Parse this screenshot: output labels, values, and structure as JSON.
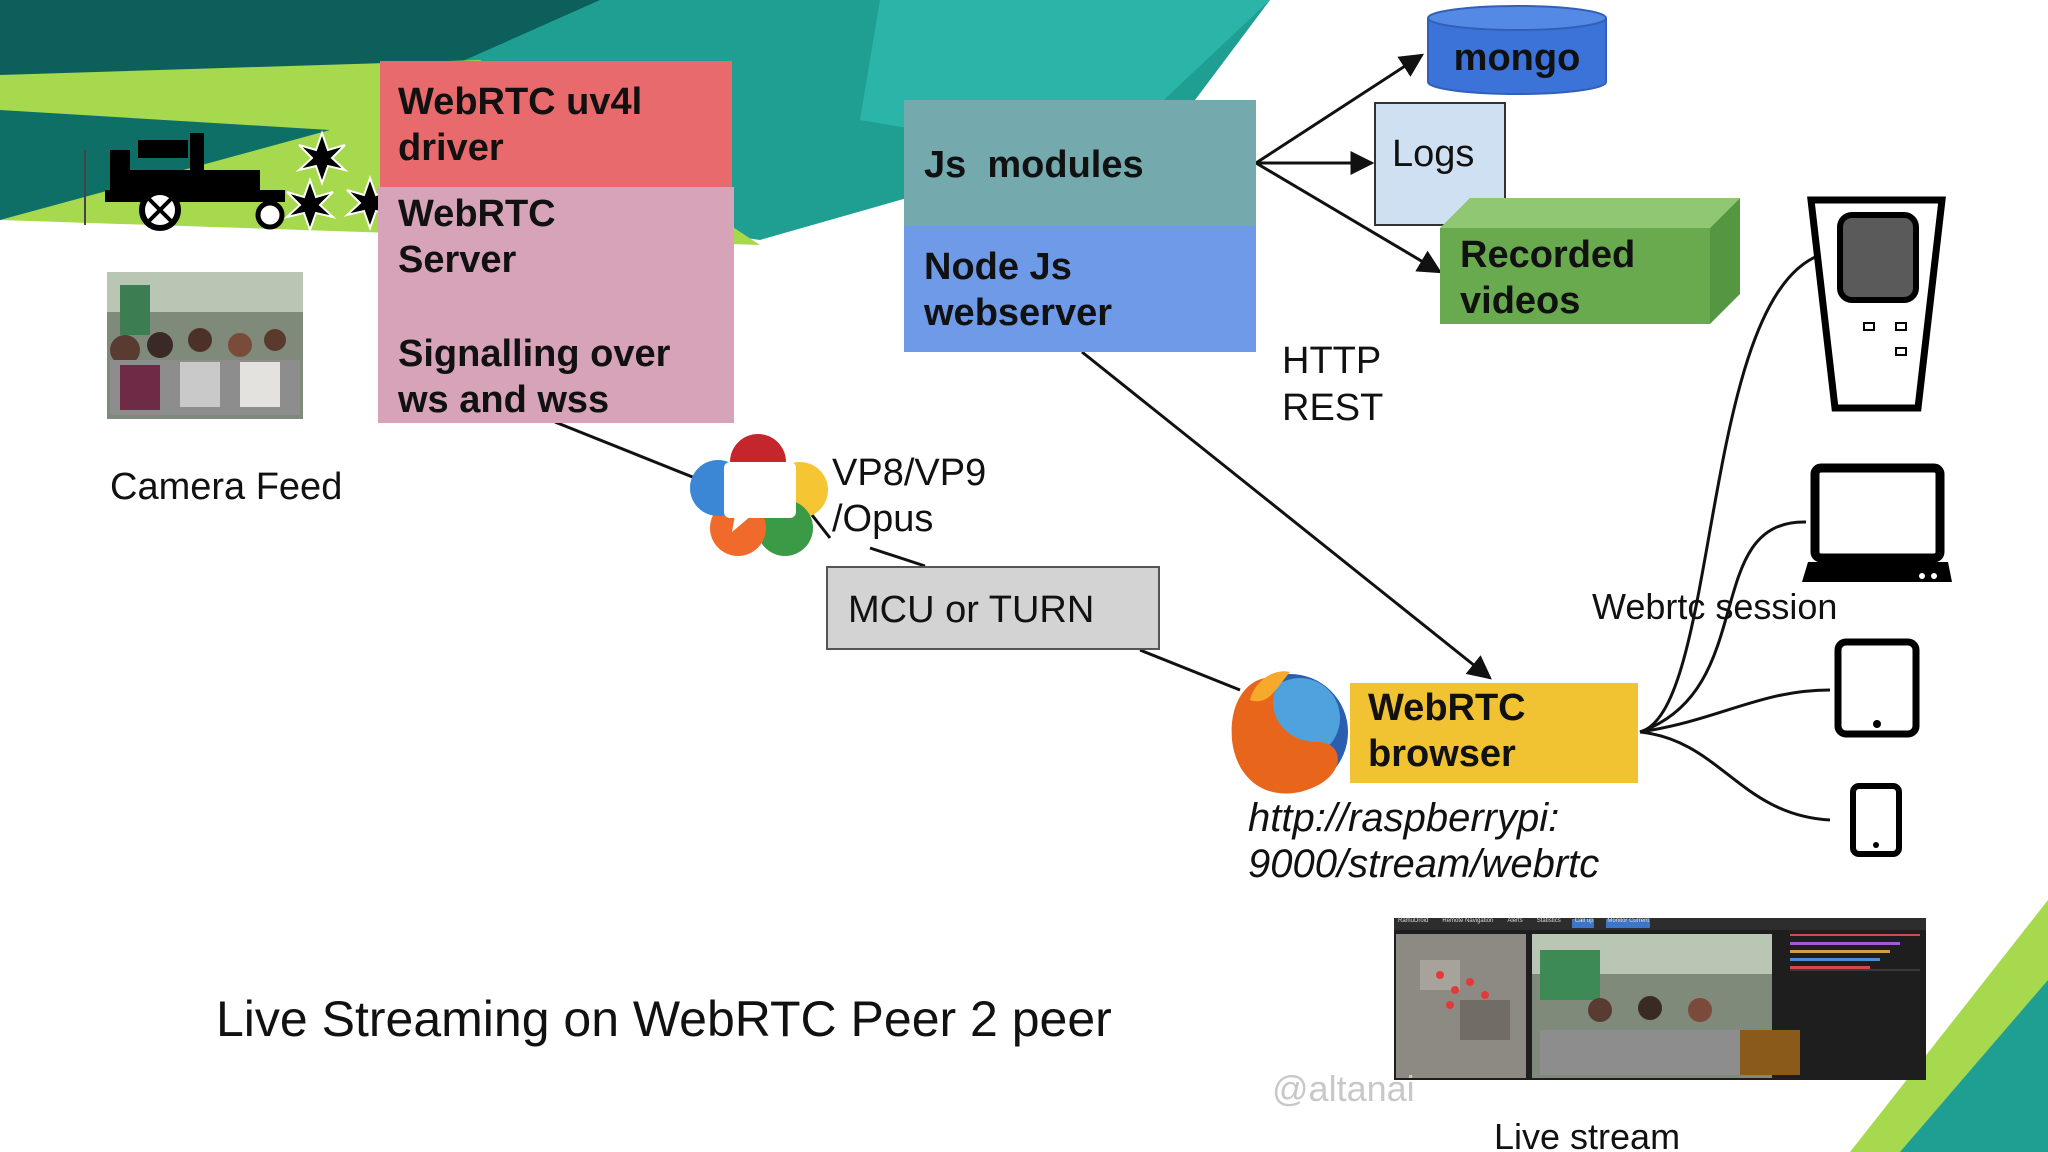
{
  "boxes": {
    "uv4l_driver": "WebRTC uv4l\ndriver",
    "webrtc_server": "WebRTC\nServer",
    "signalling": "Signalling over\nws and wss",
    "js_modules": "Js  modules",
    "node_webserver": "Node Js\nwebserver",
    "mongo": "mongo",
    "logs": "Logs",
    "recorded_videos": "Recorded\nvideos",
    "mcu_turn": "MCU or TURN",
    "webrtc_browser": "WebRTC\nbrowser"
  },
  "labels": {
    "camera_feed": "Camera Feed",
    "codecs": "VP8/VP9\n/Opus",
    "http_rest": "HTTP\nREST",
    "webrtc_session": "Webrtc session",
    "url": "http://raspberrypi:\n9000/stream/webrtc",
    "slide_title": "Live Streaming on WebRTC Peer 2 peer",
    "watermark": "@altanai",
    "live_stream": "Live stream"
  },
  "screenshot_tabs": [
    "RamuDroid",
    "Remote Navigation",
    "Alerts",
    "Statistics",
    "Call up",
    "Monitor Current"
  ],
  "colors": {
    "driver_red": "#e86a6c",
    "server_pink": "#d6a3b8",
    "js_teal": "#74a9ae",
    "node_blue": "#6e9ae8",
    "mongo_blue": "#3c73d8",
    "logs_light": "#cfe0f3",
    "recorded_green": "#6aaa4e",
    "mcu_grey": "#d3d3d3",
    "browser_yellow": "#f1c232",
    "bg_teal": "#1f9e92",
    "bg_lime": "#a6d94d"
  },
  "icons": [
    "robot-icon",
    "spark-icon",
    "webrtc-logo-icon",
    "firefox-icon",
    "kiosk-icon",
    "laptop-icon",
    "tablet-icon",
    "phone-icon",
    "camera-photo"
  ]
}
